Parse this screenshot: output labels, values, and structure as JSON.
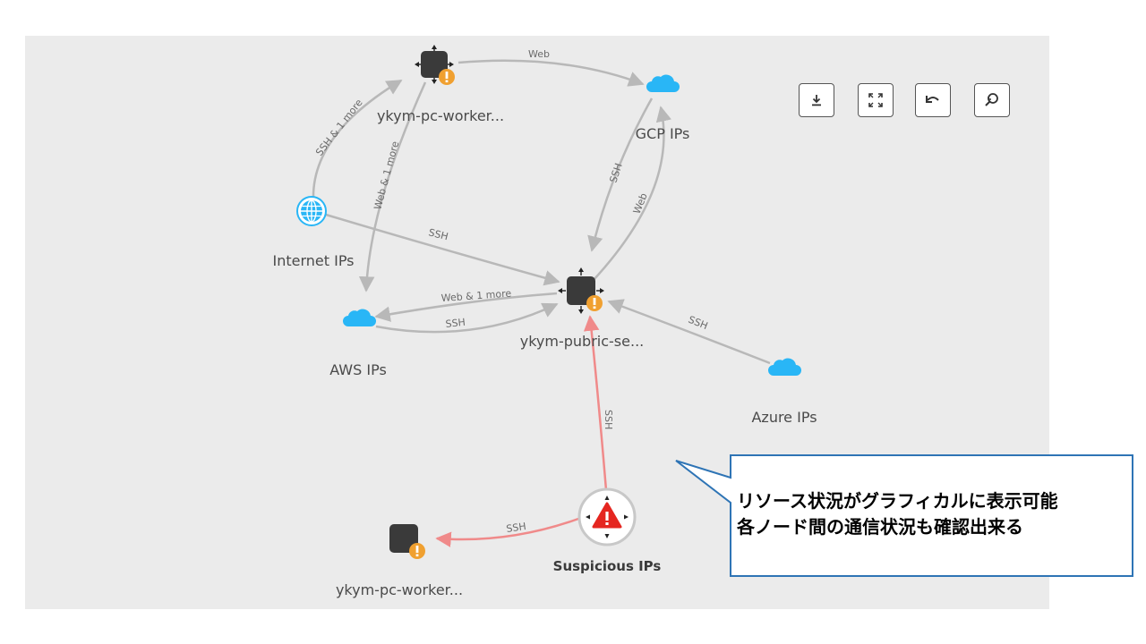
{
  "graph": {
    "nodes": {
      "worker_top": "ykym-pc-worker...",
      "gcp": "GCP IPs",
      "internet": "Internet IPs",
      "public_server": "ykym-pubric-se...",
      "aws": "AWS IPs",
      "azure": "Azure IPs",
      "suspicious": "Suspicious IPs",
      "worker_bottom": "ykym-pc-worker..."
    },
    "edges": {
      "worker_to_gcp": "Web",
      "internet_to_worker": "SSH & 1 more",
      "worker_to_aws": "Web & 1 more",
      "gcp_to_server": "SSH",
      "server_to_gcp": "Web",
      "internet_to_server": "SSH",
      "server_to_aws": "Web & 1 more",
      "aws_to_server": "SSH",
      "azure_to_server": "SSH",
      "suspicious_to_server": "SSH",
      "suspicious_to_worker": "SSH"
    }
  },
  "toolbar": {
    "download": "download-icon",
    "fit": "fit-screen-icon",
    "undo": "undo-icon",
    "zoom": "zoom-reset-icon"
  },
  "callout": {
    "line1": "リソース状況がグラフィカルに表示可能",
    "line2": "各ノード間の通信状況も確認出来る"
  },
  "colors": {
    "cloud": "#29b6f6",
    "server": "#3a3a3a",
    "alert_badge": "#f0a030",
    "suspicious_edge": "#f08a8a",
    "edge": "#b8b8b8",
    "callout_border": "#2e74b5"
  }
}
